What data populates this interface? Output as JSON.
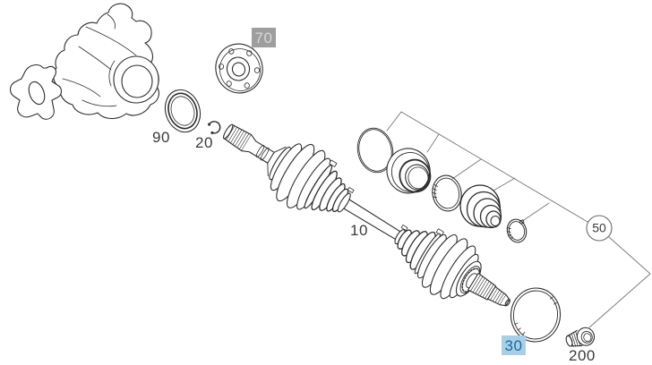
{
  "canvas": {
    "background": "#ffffff",
    "line_color": "#2d2d2d",
    "leader_color": "#787878",
    "highlight_gray": "#9e9e9e",
    "highlight_blue": "#a9cfe4",
    "highlight_blue_text": "#1a6ba3"
  },
  "callouts": {
    "c70": {
      "label": "70",
      "highlighted": "gray"
    },
    "c90": {
      "label": "90"
    },
    "c20": {
      "label": "20"
    },
    "c10": {
      "label": "10"
    },
    "c50": {
      "label": "50",
      "style": "circle-balloon"
    },
    "c30": {
      "label": "30",
      "highlighted": "blue"
    },
    "c200": {
      "label": "200"
    }
  }
}
